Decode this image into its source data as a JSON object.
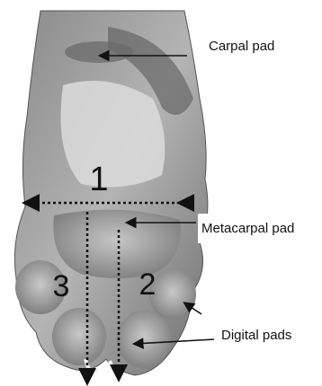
{
  "labels": {
    "carpal_pad": "Carpal pad",
    "metacarpal_pad": "Metacarpal pad",
    "digital_pads": "Digital pads"
  },
  "measurements": {
    "m1": "1",
    "m2": "2",
    "m3": "3"
  }
}
